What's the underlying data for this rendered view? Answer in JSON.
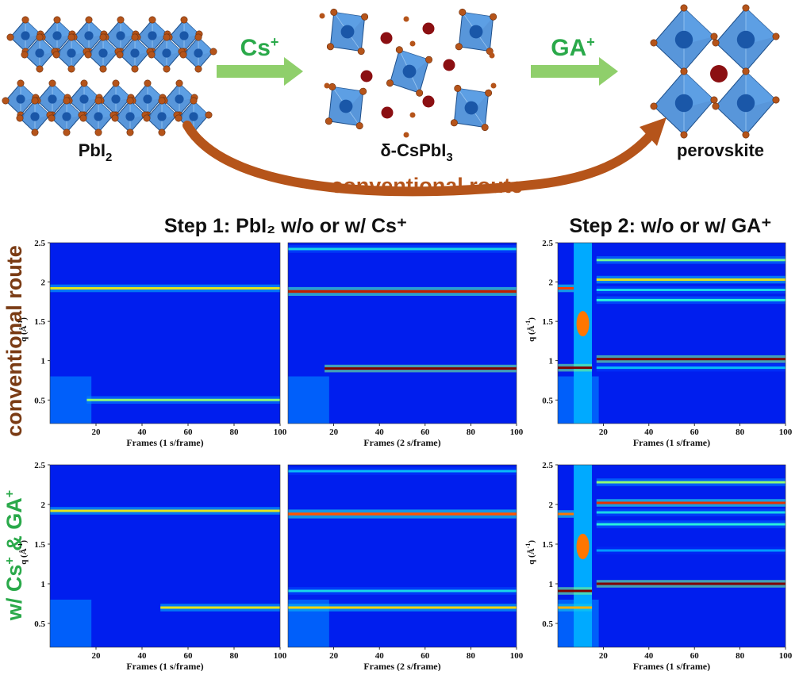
{
  "schematic": {
    "stage1": {
      "label": "PbI",
      "sub": "2"
    },
    "stage2": {
      "label": "δ-CsPbI",
      "sub": "3"
    },
    "stage3": {
      "label": "perovskite"
    },
    "arrow1_label": "Cs",
    "arrow1_sup": "+",
    "arrow2_label": "GA",
    "arrow2_sup": "+",
    "route_label": "conventional route",
    "colors": {
      "green_arrow": "#8fcf6b",
      "green_text": "#2aa94a",
      "route_brown": "#b5541a",
      "octa_blue": "#3b84d4",
      "iodide": "#b5541a",
      "cation": "#8b0f12"
    }
  },
  "headers": {
    "step1": "Step 1: PbI₂ w/o or w/ Cs⁺",
    "step2": "Step 2: w/o or w/ GA⁺"
  },
  "row_labels": {
    "row1": "conventional route",
    "row2_prefix": "w/ Cs",
    "row2_sup1": "+",
    "row2_mid": " & GA",
    "row2_sup2": "+"
  },
  "axes": {
    "ylabel_main": "q (Å",
    "ylabel_sup": "-1",
    "ylabel_end": ")",
    "y_ticks": [
      "0.5",
      "1",
      "1.5",
      "2",
      "2.5"
    ],
    "x_ticks": [
      "20",
      "40",
      "60",
      "80",
      "100"
    ],
    "xlabel_1s": "Frames (1 s/frame)",
    "xlabel_2s": "Frames (2 s/frame)"
  },
  "chart_data": [
    {
      "type": "heatmap",
      "id": "r1c1",
      "xlabel": "Frames (1 s/frame)",
      "ylabel": "q (Å-1)",
      "xlim": [
        0,
        100
      ],
      "ylim": [
        0.2,
        2.5
      ],
      "bands": [
        {
          "q": 1.92,
          "start": 0,
          "end": 100,
          "level": 0.72,
          "width": 0.03
        },
        {
          "q": 0.5,
          "start": 16,
          "end": 100,
          "level": 0.62,
          "width": 0.025
        }
      ]
    },
    {
      "type": "heatmap",
      "id": "r1c2",
      "xlabel": "Frames (2 s/frame)",
      "ylabel": "q (Å-1)",
      "xlim": [
        0,
        100
      ],
      "ylim": [
        0.2,
        2.5
      ],
      "bands": [
        {
          "q": 2.42,
          "start": 0,
          "end": 100,
          "level": 0.5,
          "width": 0.018
        },
        {
          "q": 1.88,
          "start": 0,
          "end": 100,
          "level": 0.95,
          "width": 0.035
        },
        {
          "q": 0.9,
          "start": 16,
          "end": 100,
          "level": 1.0,
          "width": 0.014
        }
      ]
    },
    {
      "type": "heatmap",
      "id": "r1c3",
      "xlabel": "Frames (1 s/frame)",
      "ylabel": "q (Å-1)",
      "xlim": [
        0,
        100
      ],
      "ylim": [
        0.2,
        2.5
      ],
      "bands": [
        {
          "q": 2.28,
          "start": 17,
          "end": 100,
          "level": 0.6,
          "width": 0.018
        },
        {
          "q": 2.03,
          "start": 17,
          "end": 100,
          "level": 0.72,
          "width": 0.022
        },
        {
          "q": 1.92,
          "start": 0,
          "end": 7,
          "level": 0.9,
          "width": 0.02
        },
        {
          "q": 1.9,
          "start": 17,
          "end": 100,
          "level": 0.5,
          "width": 0.015
        },
        {
          "q": 1.77,
          "start": 17,
          "end": 100,
          "level": 0.55,
          "width": 0.015
        },
        {
          "q": 1.02,
          "start": 17,
          "end": 100,
          "level": 1.0,
          "width": 0.014
        },
        {
          "q": 0.91,
          "start": 0,
          "end": 15,
          "level": 1.0,
          "width": 0.018
        },
        {
          "q": 0.91,
          "start": 17,
          "end": 100,
          "level": 0.45,
          "width": 0.012
        }
      ]
    },
    {
      "type": "heatmap",
      "id": "r2c1",
      "xlabel": "Frames (1 s/frame)",
      "ylabel": "q (Å-1)",
      "xlim": [
        0,
        100
      ],
      "ylim": [
        0.2,
        2.5
      ],
      "bands": [
        {
          "q": 1.92,
          "start": 0,
          "end": 100,
          "level": 0.72,
          "width": 0.03
        },
        {
          "q": 0.7,
          "start": 48,
          "end": 100,
          "level": 0.72,
          "width": 0.025
        }
      ]
    },
    {
      "type": "heatmap",
      "id": "r2c2",
      "xlabel": "Frames (2 s/frame)",
      "ylabel": "q (Å-1)",
      "xlim": [
        0,
        100
      ],
      "ylim": [
        0.2,
        2.5
      ],
      "bands": [
        {
          "q": 2.42,
          "start": 0,
          "end": 100,
          "level": 0.45,
          "width": 0.018
        },
        {
          "q": 1.88,
          "start": 0,
          "end": 100,
          "level": 0.88,
          "width": 0.035
        },
        {
          "q": 0.91,
          "start": 0,
          "end": 100,
          "level": 0.5,
          "width": 0.015
        },
        {
          "q": 0.7,
          "start": 0,
          "end": 100,
          "level": 0.75,
          "width": 0.025
        }
      ]
    },
    {
      "type": "heatmap",
      "id": "r2c3",
      "xlabel": "Frames (1 s/frame)",
      "ylabel": "q (Å-1)",
      "xlim": [
        0,
        100
      ],
      "ylim": [
        0.2,
        2.5
      ],
      "bands": [
        {
          "q": 2.28,
          "start": 17,
          "end": 100,
          "level": 0.62,
          "width": 0.018
        },
        {
          "q": 2.02,
          "start": 17,
          "end": 100,
          "level": 0.92,
          "width": 0.02
        },
        {
          "q": 1.88,
          "start": 0,
          "end": 7,
          "level": 0.85,
          "width": 0.02
        },
        {
          "q": 1.9,
          "start": 17,
          "end": 100,
          "level": 0.5,
          "width": 0.015
        },
        {
          "q": 1.75,
          "start": 17,
          "end": 100,
          "level": 0.55,
          "width": 0.015
        },
        {
          "q": 1.42,
          "start": 17,
          "end": 100,
          "level": 0.4,
          "width": 0.012
        },
        {
          "q": 1.0,
          "start": 17,
          "end": 100,
          "level": 1.0,
          "width": 0.014
        },
        {
          "q": 0.91,
          "start": 0,
          "end": 15,
          "level": 1.0,
          "width": 0.018
        },
        {
          "q": 0.7,
          "start": 0,
          "end": 15,
          "level": 0.8,
          "width": 0.02
        }
      ]
    }
  ]
}
